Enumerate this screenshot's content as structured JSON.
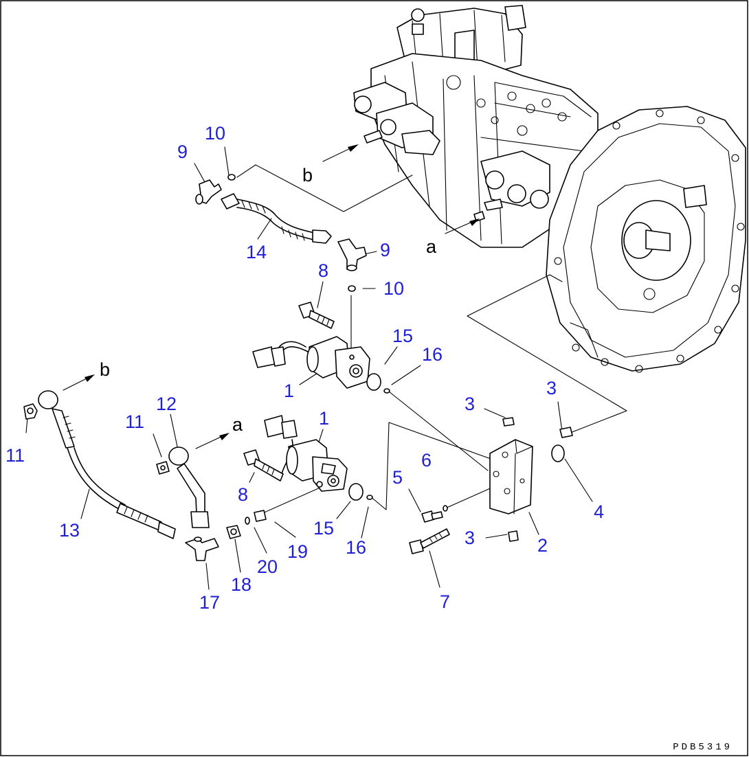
{
  "callouts": {
    "n1a": "1",
    "n1b": "1",
    "n2": "2",
    "n3a": "3",
    "n3b": "3",
    "n3c": "3",
    "n4": "4",
    "n5": "5",
    "n6": "6",
    "n7": "7",
    "n8a": "8",
    "n8b": "8",
    "n9a": "9",
    "n9b": "9",
    "n10a": "10",
    "n10b": "10",
    "n11a": "11",
    "n11b": "11",
    "n12": "12",
    "n13": "13",
    "n14": "14",
    "n15a": "15",
    "n15b": "15",
    "n16a": "16",
    "n16b": "16",
    "n17": "17",
    "n18": "18",
    "n19": "19",
    "n20": "20"
  },
  "connection_letters": {
    "a1": "a",
    "a2": "a",
    "b1": "b",
    "b2": "b"
  },
  "drawing_code": "PDB5319",
  "colors": {
    "callout": "#1f1fd6",
    "line": "#000000",
    "background": "#ffffff"
  }
}
